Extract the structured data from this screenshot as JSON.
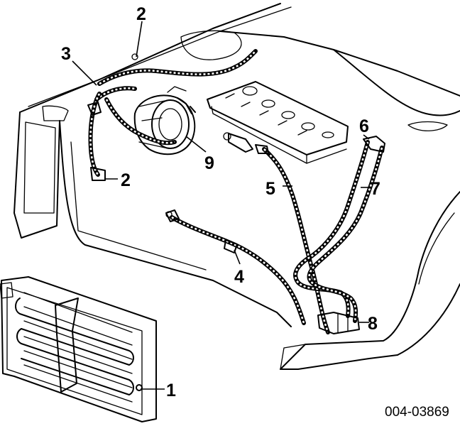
{
  "callouts": {
    "c1": "1",
    "c2a": "2",
    "c2b": "2",
    "c3": "3",
    "c4": "4",
    "c5": "5",
    "c6": "6",
    "c7": "7",
    "c8": "8",
    "c9": "9"
  },
  "reference_number": "004-03869"
}
